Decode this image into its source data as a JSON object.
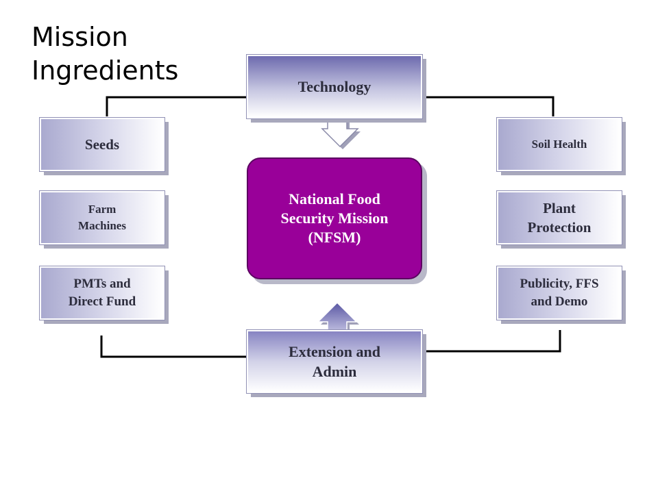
{
  "title": "Mission\nIngredients",
  "center": "National Food\nSecurity Mission\n(NFSM)",
  "top": "Technology",
  "bottom": "Extension and\nAdmin",
  "left": [
    "Seeds",
    "Farm\nMachines",
    "PMTs and\nDirect Fund"
  ],
  "right": [
    "Soil Health",
    "Plant\nProtection",
    "Publicity, FFS\nand Demo"
  ],
  "colors": {
    "center_fill": "#990099",
    "box_gradient_dark": "#a9a9cf",
    "arrow_fill": "#7a77b8",
    "line": "#000000"
  }
}
